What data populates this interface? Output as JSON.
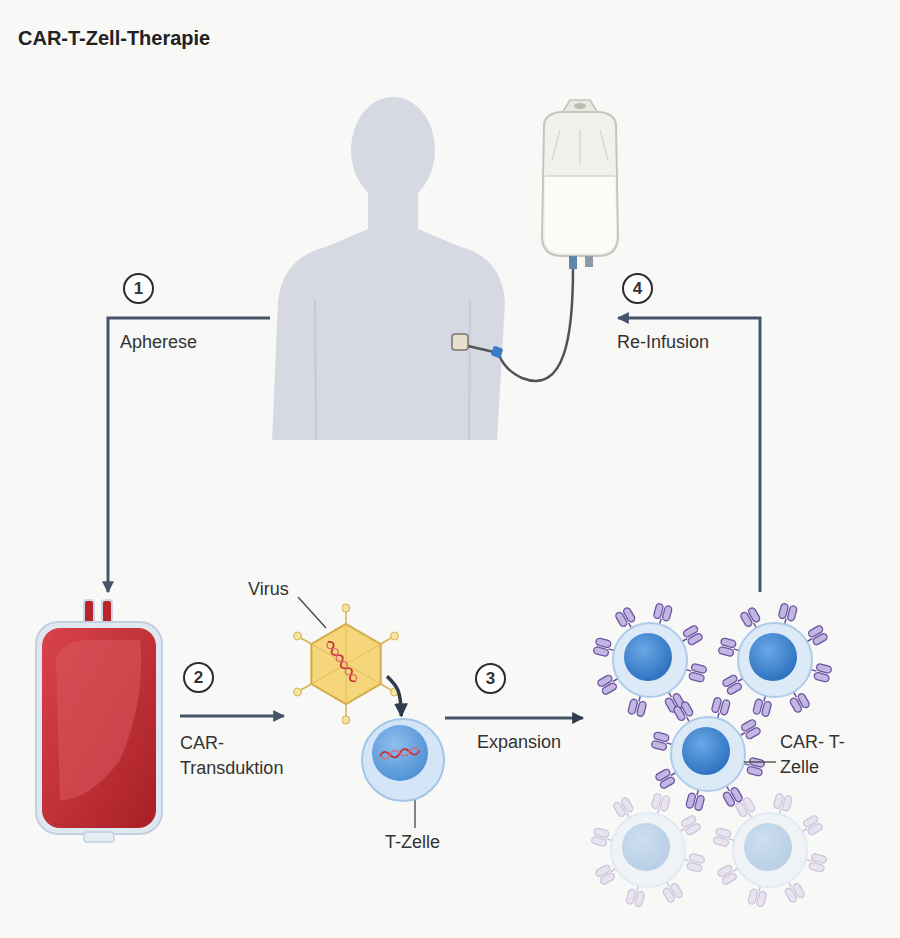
{
  "diagram": {
    "title": "CAR-T-Zell-Therapie",
    "nodes": [
      {
        "text": [
          "Virus"
        ]
      },
      {
        "text": [
          "T-Zelle"
        ]
      },
      {
        "text": [
          "CAR- T-Zelle"
        ]
      }
    ],
    "edges": [
      {
        "from": 0,
        "to": 1,
        "arrow": "to"
      },
      {
        "from": 1,
        "to": 2,
        "label": "Expansion",
        "arrow": "to"
      }
    ],
    "labels": [
      "1",
      "Apherese",
      "4",
      "Re-Infusion",
      "2",
      "CAR- Transduktion",
      "3"
    ]
  }
}
